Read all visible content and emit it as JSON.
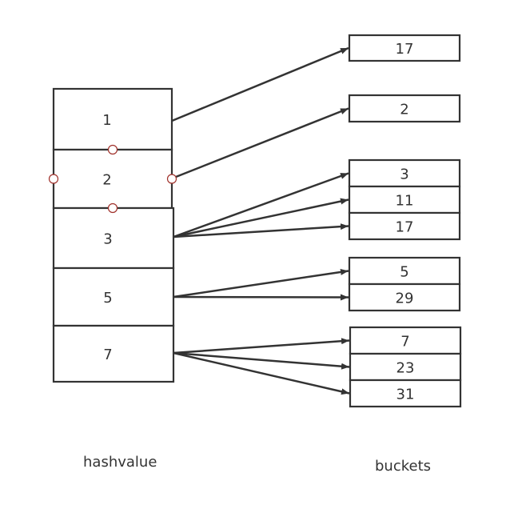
{
  "hash_table": {
    "caption": "hashvalue",
    "cells": [
      "1",
      "2",
      "3",
      "5",
      "7"
    ]
  },
  "buckets": {
    "caption": "buckets",
    "groups": [
      {
        "hash": "1",
        "entries": [
          "17"
        ]
      },
      {
        "hash": "2",
        "entries": [
          "2"
        ]
      },
      {
        "hash": "3",
        "entries": [
          "3",
          "11",
          "17"
        ]
      },
      {
        "hash": "5",
        "entries": [
          "5",
          "29"
        ]
      },
      {
        "hash": "7",
        "entries": [
          "7",
          "23",
          "31"
        ]
      }
    ]
  },
  "selected_cell": "2",
  "colors": {
    "stroke": "#333333",
    "handle": "#a0302a",
    "background": "#ffffff"
  }
}
